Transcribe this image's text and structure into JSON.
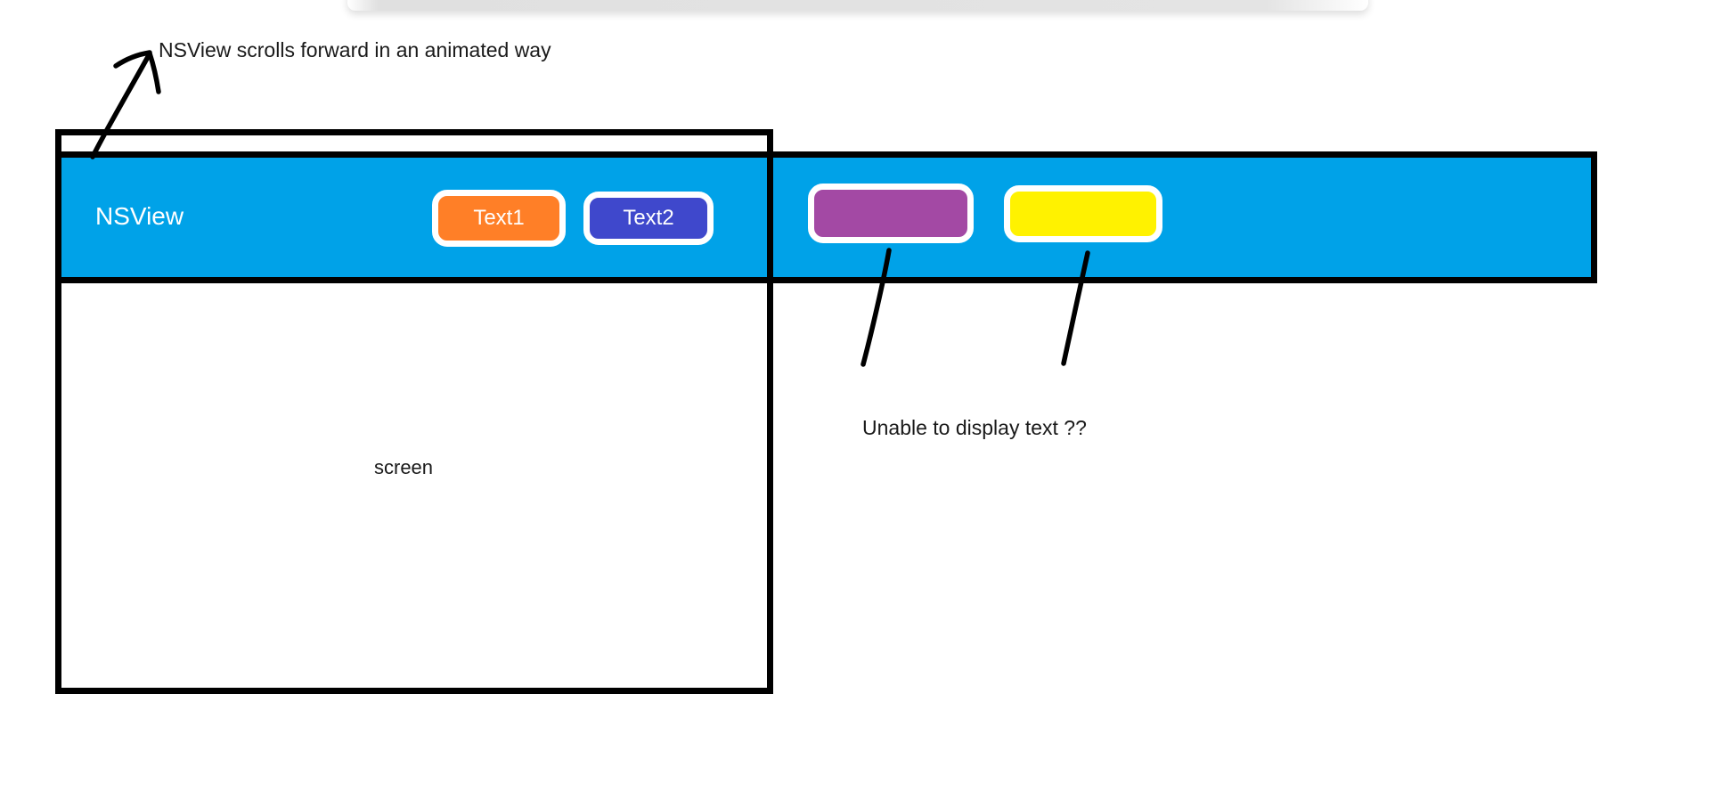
{
  "diagram": {
    "annotation_top": "NSView scrolls forward in an animated way",
    "screen_label": "screen",
    "question_label": "Unable to display text ??",
    "bar": {
      "label": "NSView",
      "color": "#00A2E8",
      "buttons": [
        {
          "id": "text1",
          "label": "Text1",
          "color": "#FF7F27"
        },
        {
          "id": "text2",
          "label": "Text2",
          "color": "#3F48CC"
        },
        {
          "id": "purple",
          "label": "",
          "color": "#A349A4"
        },
        {
          "id": "yellow",
          "label": "",
          "color": "#FFF200"
        }
      ]
    },
    "colors": {
      "outline": "#000000",
      "annotation_text": "#1a1a1a",
      "button_text": "#ffffff",
      "button_outline": "#ffffff"
    }
  }
}
